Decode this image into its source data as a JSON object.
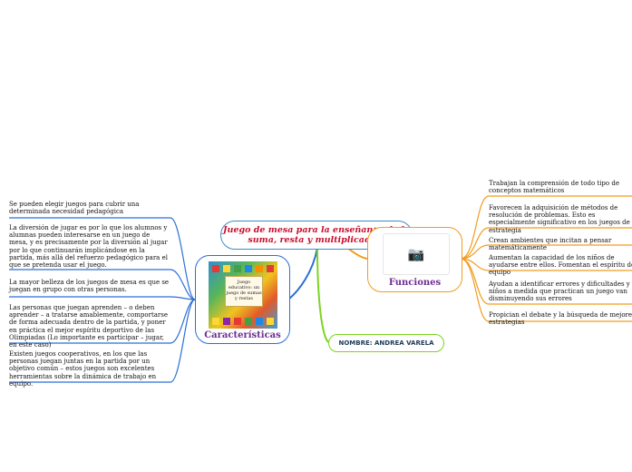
{
  "central": {
    "title": "Juego de mesa para la enseñanza de la suma, resta y multiplicación"
  },
  "caracteristicas": {
    "label": "Características",
    "image_text": "Juego educativo: un juego de sumas y restas",
    "items": [
      "Se pueden elegir juegos para cubrir una determinada necesidad pedagógica",
      "La diversión de jugar es por lo que los alumnos y alumnas pueden interesarse en un juego de mesa, y es precisamente por la diversión al jugar por lo que continuarán implicándose en la partida, más allá del refuerzo pedagógico para el que se pretenda usar el juego.",
      "La mayor belleza de los juegos de mesa es que se juegan en grupo con otras personas.",
      "Las personas que juegan aprenden – o deben aprender – a tratarse amablemente, comportarse de forma adecuada dentro de la partida, y poner en práctica el mejor espíritu deportivo de las Olimpiadas (Lo importante es participar – jugar, en este caso)",
      "Existen juegos cooperativos, en los que las personas juegan juntas en la partida por un objetivo común – estos juegos son excelentes herramientas sobre la dinámica de trabajo en equipo."
    ]
  },
  "funciones": {
    "label": "Funciones",
    "icon": "camera-icon",
    "items": [
      "Trabajan la comprensión de todo tipo de conceptos matemáticos",
      "Favorecen la adquisición de métodos de resolución de problemas. Esto es especialmente significativo en los juegos de estrategia",
      "Crean ambientes que incitan a pensar matemáticamente",
      "Aumentan la capacidad de los niños de ayudarse entre ellos. Fomentan el espíritu de equipo",
      "Ayudan a identificar errores y dificultades y los niños a medida que practican un juego van disminuyendo sus errores",
      "Propician el debate y la búsqueda de mejores estrategias"
    ]
  },
  "nombre": {
    "label": "NOMBRE: ANDREA VARELA"
  },
  "colors": {
    "central_border": "#3e8bc4",
    "title": "#c8102e",
    "caract_border": "#2a6fd6",
    "func_border": "#f29c1f",
    "nombre_border": "#7ed321",
    "topic_label": "#6b2d90"
  }
}
